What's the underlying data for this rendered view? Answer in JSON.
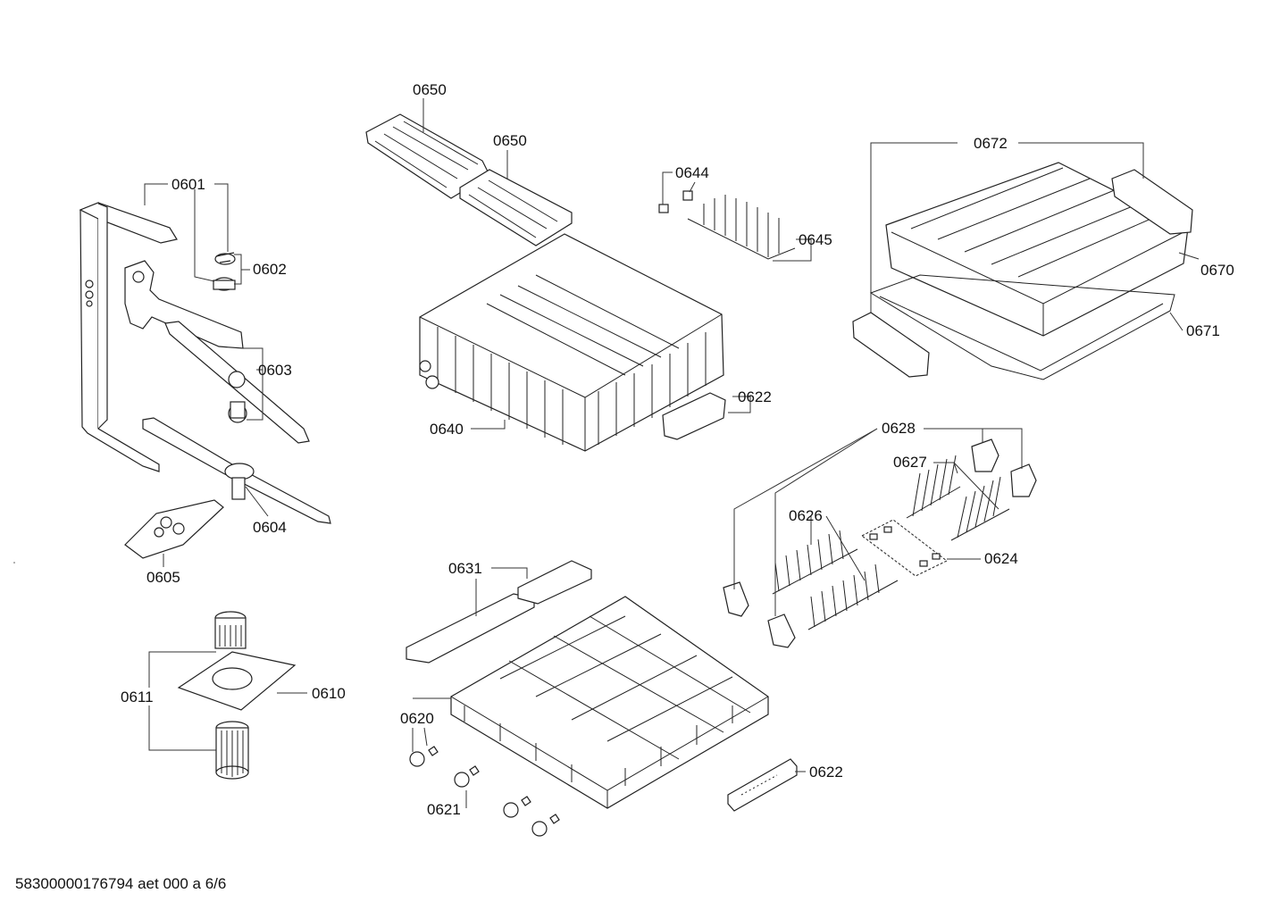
{
  "footer": "58300000176794 aet 000 a 6/6",
  "labels": {
    "p0601": "0601",
    "p0602": "0602",
    "p0603": "0603",
    "p0604": "0604",
    "p0605": "0605",
    "p0611": "0611",
    "p0610": "0610",
    "p0650a": "0650",
    "p0650b": "0650",
    "p0640": "0640",
    "p0622a": "0622",
    "p0644": "0644",
    "p0645": "0645",
    "p0672": "0672",
    "p0670": "0670",
    "p0671": "0671",
    "p0628": "0628",
    "p0627": "0627",
    "p0626": "0626",
    "p0624": "0624",
    "p0631": "0631",
    "p0620": "0620",
    "p0621": "0621",
    "p0622b": "0622"
  }
}
